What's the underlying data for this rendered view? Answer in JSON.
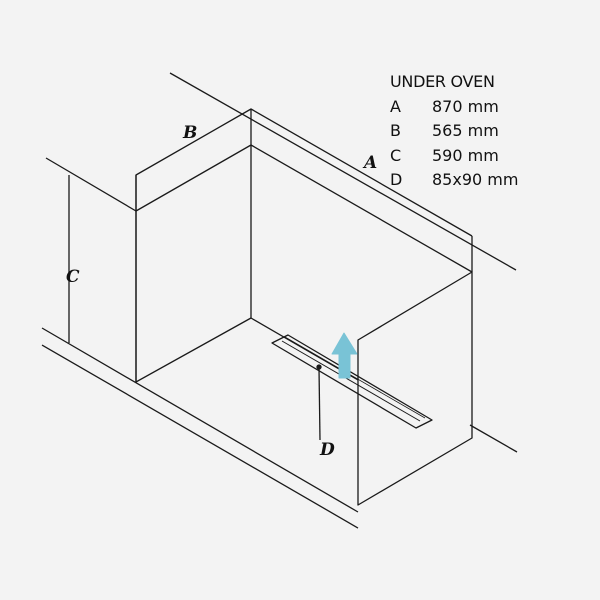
{
  "legend": {
    "title": "UNDER OVEN",
    "rows": [
      {
        "letter": "A",
        "value": "870 mm"
      },
      {
        "letter": "B",
        "value": "565 mm"
      },
      {
        "letter": "C",
        "value": "590 mm"
      },
      {
        "letter": "D",
        "value": "85x90 mm"
      }
    ]
  },
  "labels": {
    "a": "A",
    "b": "B",
    "c": "C",
    "d": "D"
  },
  "colors": {
    "line": "#1a1a1a",
    "arrow": "#79c3d6",
    "background": "#f3f3f3"
  }
}
